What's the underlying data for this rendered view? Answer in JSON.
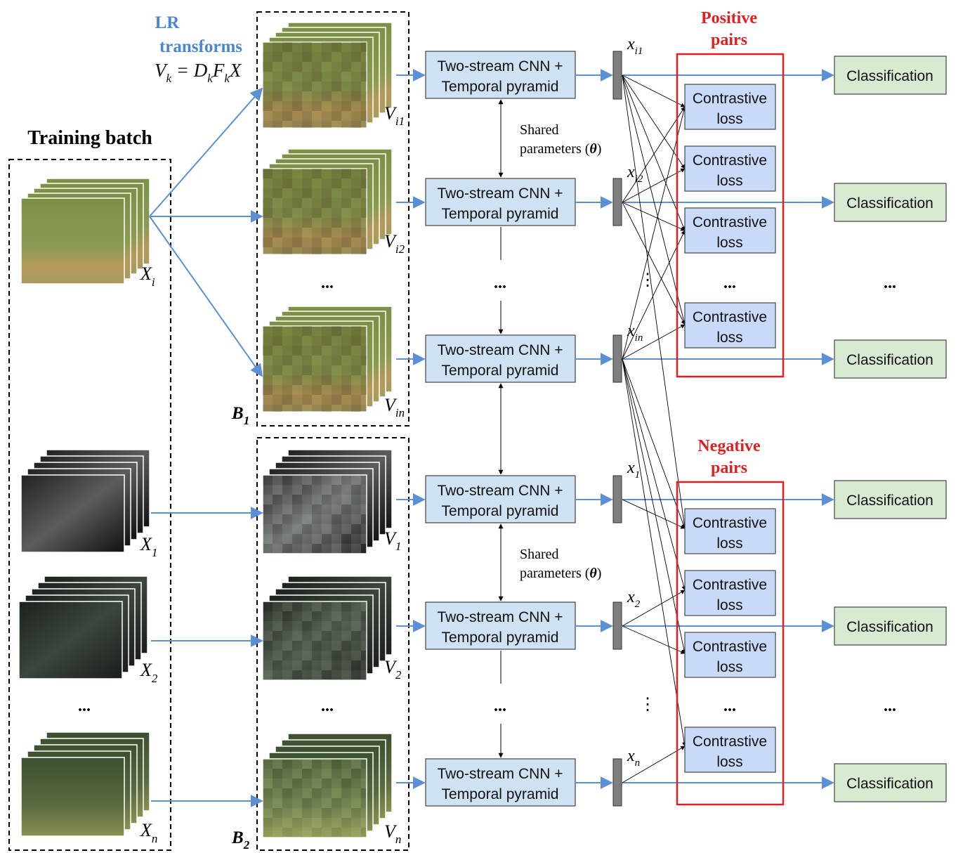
{
  "training": {
    "title": "Training  batch",
    "dots": "...",
    "labels": [
      "X",
      "X",
      "X",
      "X"
    ],
    "subs": [
      "i",
      "1",
      "2",
      "n"
    ]
  },
  "lr": {
    "line1": "LR",
    "line2": "transforms",
    "V": "V",
    "k": "k",
    "eq": " = D",
    "F": "F",
    "X": "X"
  },
  "batches": {
    "b1": "B",
    "b1sub": "1",
    "b2": "B",
    "b2sub": "2",
    "dots1": "...",
    "dots2": "..."
  },
  "lr_labels": {
    "main": [
      "V",
      "V",
      "V",
      "V",
      "V",
      "V"
    ],
    "subs": [
      "i1",
      "i2",
      "in",
      "1",
      "2",
      "n"
    ]
  },
  "cnn": {
    "line1": "Two-stream CNN +",
    "line2": "Temporal pyramid",
    "dots": "..."
  },
  "shared": {
    "line1": "Shared",
    "line2": "parameters (",
    "theta": "θ",
    "close": ")"
  },
  "features": {
    "main": [
      "x",
      "x",
      "x",
      "x",
      "x",
      "x"
    ],
    "subs": [
      "i1",
      "i2",
      "in",
      "1",
      "2",
      "n"
    ],
    "vdots": "⋮"
  },
  "pairs": {
    "positive1": "Positive",
    "positive2": "pairs",
    "negative1": "Negative",
    "negative2": "pairs"
  },
  "loss": {
    "line1": "Contrastive",
    "line2": "loss",
    "dots": "..."
  },
  "classification": {
    "label": "Classification",
    "dots": "..."
  },
  "colors": {
    "blue_arrow": "#5b8fd6",
    "cnn_fill": "#cfe2f3",
    "loss_fill": "#c9daf8",
    "class_fill": "#d9ead3",
    "red": "#e02020",
    "lr_title": "#4a86d4"
  }
}
